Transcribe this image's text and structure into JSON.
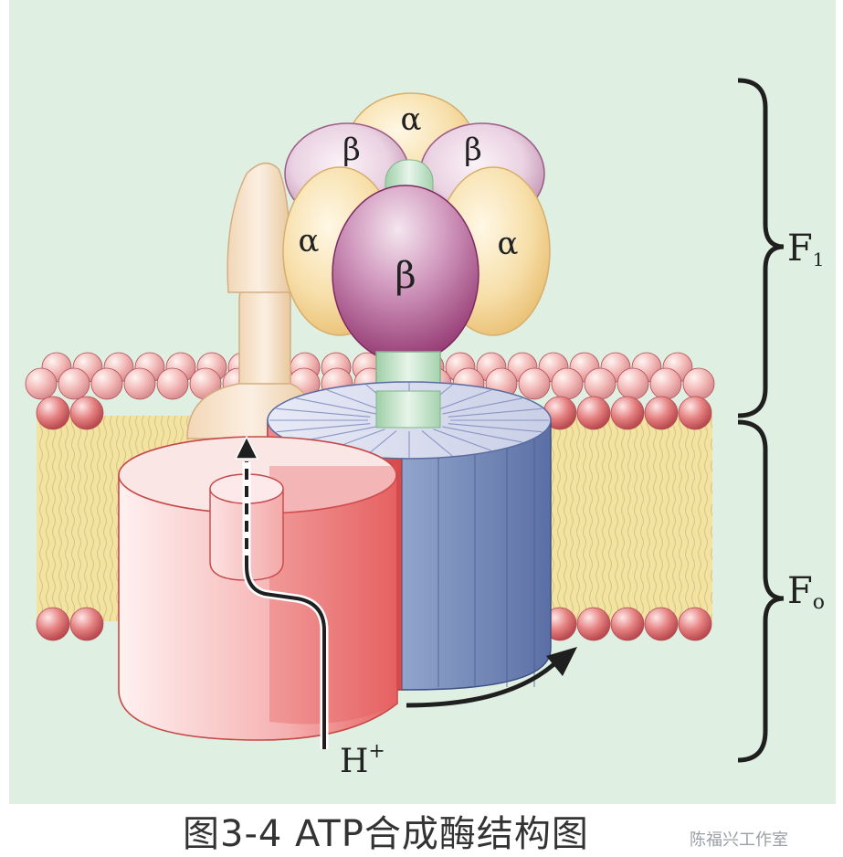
{
  "subunits": {
    "alpha_top": "α",
    "beta_left": "β",
    "beta_right": "β",
    "alpha_left": "α",
    "alpha_right": "α",
    "beta_front": "β"
  },
  "labels": {
    "f1": "F",
    "f1_sub": "1",
    "fo": "F",
    "fo_sub": "o",
    "proton": "H",
    "proton_sup": "+"
  },
  "caption": "图3-4 ATP合成酶结构图",
  "watermark": "陈福兴工作室",
  "colors": {
    "background": "#dff0e2",
    "alpha": "#f5dca5",
    "beta": "#a44a82",
    "stalk": "#c3e0c8",
    "stator": "#e85c5c",
    "rotor": "#6f86b8",
    "lipid_head": "#e0707a",
    "lipid_tail": "#f3e3a0"
  }
}
